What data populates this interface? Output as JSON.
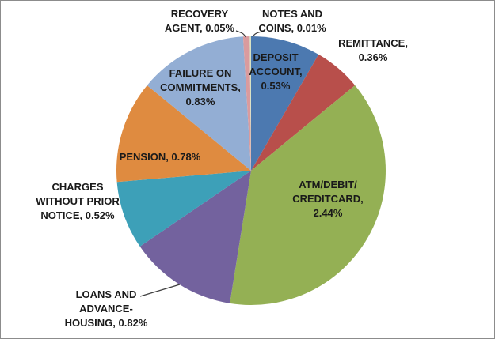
{
  "chart_data": {
    "type": "pie",
    "title": "",
    "legend": "none",
    "unit": "%",
    "categories": [
      "DEPOSIT ACCOUNT",
      "REMITTANCE",
      "ATM/DEBIT/CREDITCARD",
      "LOANS AND ADVANCE-HOUSING",
      "CHARGES WITHOUT PRIOR NOTICE",
      "PENSION",
      "FAILURE ON COMMITMENTS",
      "RECOVERY AGENT",
      "NOTES AND COINS"
    ],
    "values": [
      0.53,
      0.36,
      2.44,
      0.82,
      0.52,
      0.78,
      0.83,
      0.05,
      0.01
    ],
    "colors": [
      "#4C79B0",
      "#B84F4B",
      "#94B054",
      "#73629E",
      "#3DA0B8",
      "#DF8B40",
      "#93AED4",
      "#DA9B9E",
      "#D9E2C2"
    ],
    "labels": [
      {
        "text": "DEPOSIT\nACCOUNT,\n0.53%"
      },
      {
        "text": "REMITTANCE,\n0.36%"
      },
      {
        "text": "ATM/DEBIT/\nCREDITCARD,\n2.44%"
      },
      {
        "text": "LOANS AND\nADVANCE-\nHOUSING, 0.82%"
      },
      {
        "text": "CHARGES\nWITHOUT PRIOR\nNOTICE, 0.52%"
      },
      {
        "text": "PENSION, 0.78%"
      },
      {
        "text": "FAILURE ON\nCOMMITMENTS,\n0.83%"
      },
      {
        "text": "RECOVERY\nAGENT, 0.05%"
      },
      {
        "text": "NOTES AND\nCOINS, 0.01%"
      }
    ]
  }
}
